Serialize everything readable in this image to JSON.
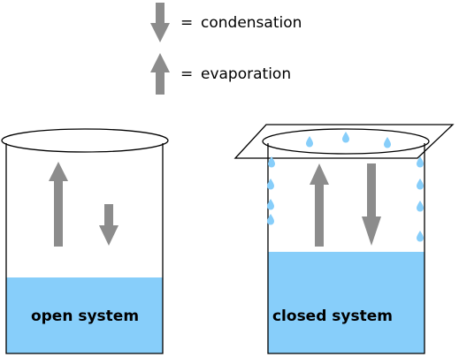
{
  "legend": {
    "condensation": {
      "symbol": "=",
      "label": "condensation",
      "icon": "arrow-down"
    },
    "evaporation": {
      "symbol": "=",
      "label": "evaporation",
      "icon": "arrow-up"
    }
  },
  "beakers": {
    "open": {
      "label": "open system",
      "lid": false,
      "evaporation_arrows": 1,
      "condensation_arrows": 1
    },
    "closed": {
      "label": "closed system",
      "lid": true,
      "evaporation_arrows": 1,
      "condensation_arrows": 1
    }
  },
  "colors": {
    "water": "#87cefa",
    "droplet": "#87cefa",
    "arrow": "#8c8c8c",
    "outline": "#000000"
  }
}
